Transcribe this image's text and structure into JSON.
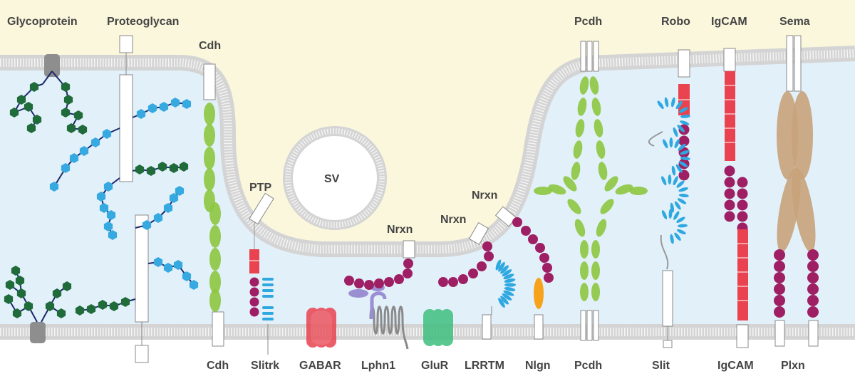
{
  "top_labels": {
    "glycoprotein": "Glycoprotein",
    "proteoglycan": "Proteoglycan",
    "cdh": "Cdh",
    "ptp": "PTP",
    "sv": "SV",
    "nrxn_center": "Nrxn",
    "nrxn_left": "Nrxn",
    "nrxn_right": "Nrxn",
    "pcdh": "Pcdh",
    "robo": "Robo",
    "igcam": "IgCAM",
    "sema": "Sema"
  },
  "bottom_labels": {
    "cdh": "Cdh",
    "slitrk": "Slitrk",
    "gabar": "GABAR",
    "lphn1": "Lphn1",
    "glur": "GluR",
    "lrrtm": "LRRTM",
    "nlgn": "Nlgn",
    "pcdh": "Pcdh",
    "slit": "Slit",
    "igcam": "IgCAM",
    "plxn": "Plxn"
  },
  "colors": {
    "presynaptic_bg": "#fbf7dc",
    "cleft_bg": "#e2f0fa",
    "membrane": "#d9d9d9",
    "glycan_dark": "#1f6b3a",
    "glycan_light": "#36a9e1",
    "cadherin": "#8dc63f",
    "ig_domain": "#9e1f63",
    "fn3_red": "#e8434f",
    "lrr_blue": "#2fa8e0",
    "sema": "#c8a27a",
    "gabar": "#e8434f",
    "glur": "#3fbf7f",
    "lphn_gray": "#9a9a9a",
    "lphn_purple": "#9b8fd4",
    "nlgn_orange": "#f7a21b"
  }
}
